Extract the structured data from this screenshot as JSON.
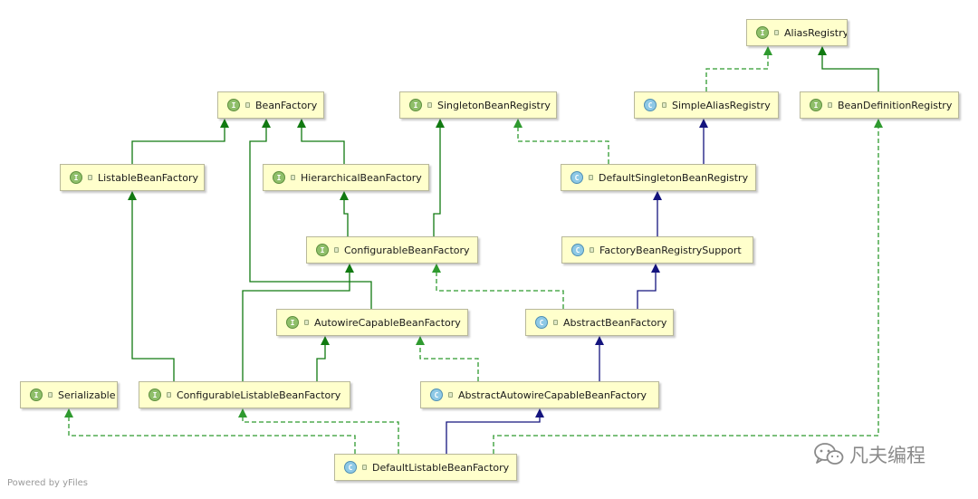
{
  "nodes": [
    {
      "id": "AliasRegistry",
      "kind": "I",
      "label": "AliasRegistry"
    },
    {
      "id": "BeanFactory",
      "kind": "I",
      "label": "BeanFactory"
    },
    {
      "id": "SingletonBeanRegistry",
      "kind": "I",
      "label": "SingletonBeanRegistry"
    },
    {
      "id": "SimpleAliasRegistry",
      "kind": "C",
      "label": "SimpleAliasRegistry"
    },
    {
      "id": "BeanDefinitionRegistry",
      "kind": "I",
      "label": "BeanDefinitionRegistry"
    },
    {
      "id": "ListableBeanFactory",
      "kind": "I",
      "label": "ListableBeanFactory"
    },
    {
      "id": "HierarchicalBeanFactory",
      "kind": "I",
      "label": "HierarchicalBeanFactory"
    },
    {
      "id": "DefaultSingletonBeanRegistry",
      "kind": "C",
      "label": "DefaultSingletonBeanRegistry"
    },
    {
      "id": "ConfigurableBeanFactory",
      "kind": "I",
      "label": "ConfigurableBeanFactory"
    },
    {
      "id": "FactoryBeanRegistrySupport",
      "kind": "C",
      "label": "FactoryBeanRegistrySupport"
    },
    {
      "id": "AutowireCapableBeanFactory",
      "kind": "I",
      "label": "AutowireCapableBeanFactory"
    },
    {
      "id": "AbstractBeanFactory",
      "kind": "C",
      "label": "AbstractBeanFactory"
    },
    {
      "id": "Serializable",
      "kind": "I",
      "label": "Serializable"
    },
    {
      "id": "ConfigurableListableBeanFactory",
      "kind": "I",
      "label": "ConfigurableListableBeanFactory"
    },
    {
      "id": "AbstractAutowireCapableBeanFactory",
      "kind": "C",
      "label": "AbstractAutowireCapableBeanFactory"
    },
    {
      "id": "DefaultListableBeanFactory",
      "kind": "C",
      "label": "DefaultListableBeanFactory"
    }
  ],
  "edges": [
    {
      "from": "ListableBeanFactory",
      "to": "BeanFactory",
      "type": "interface-extends"
    },
    {
      "from": "HierarchicalBeanFactory",
      "to": "BeanFactory",
      "type": "interface-extends"
    },
    {
      "from": "AutowireCapableBeanFactory",
      "to": "BeanFactory",
      "type": "interface-extends"
    },
    {
      "from": "ConfigurableBeanFactory",
      "to": "HierarchicalBeanFactory",
      "type": "interface-extends"
    },
    {
      "from": "ConfigurableBeanFactory",
      "to": "SingletonBeanRegistry",
      "type": "interface-extends"
    },
    {
      "from": "ConfigurableListableBeanFactory",
      "to": "ListableBeanFactory",
      "type": "interface-extends"
    },
    {
      "from": "ConfigurableListableBeanFactory",
      "to": "ConfigurableBeanFactory",
      "type": "interface-extends"
    },
    {
      "from": "ConfigurableListableBeanFactory",
      "to": "AutowireCapableBeanFactory",
      "type": "interface-extends"
    },
    {
      "from": "BeanDefinitionRegistry",
      "to": "AliasRegistry",
      "type": "interface-extends"
    },
    {
      "from": "SimpleAliasRegistry",
      "to": "AliasRegistry",
      "type": "implements"
    },
    {
      "from": "DefaultSingletonBeanRegistry",
      "to": "SingletonBeanRegistry",
      "type": "implements"
    },
    {
      "from": "AbstractBeanFactory",
      "to": "ConfigurableBeanFactory",
      "type": "implements"
    },
    {
      "from": "AbstractAutowireCapableBeanFactory",
      "to": "AutowireCapableBeanFactory",
      "type": "implements"
    },
    {
      "from": "DefaultListableBeanFactory",
      "to": "Serializable",
      "type": "implements"
    },
    {
      "from": "DefaultListableBeanFactory",
      "to": "ConfigurableListableBeanFactory",
      "type": "implements"
    },
    {
      "from": "DefaultListableBeanFactory",
      "to": "BeanDefinitionRegistry",
      "type": "implements"
    },
    {
      "from": "DefaultSingletonBeanRegistry",
      "to": "SimpleAliasRegistry",
      "type": "class-extends"
    },
    {
      "from": "FactoryBeanRegistrySupport",
      "to": "DefaultSingletonBeanRegistry",
      "type": "class-extends"
    },
    {
      "from": "AbstractBeanFactory",
      "to": "FactoryBeanRegistrySupport",
      "type": "class-extends"
    },
    {
      "from": "AbstractAutowireCapableBeanFactory",
      "to": "AbstractBeanFactory",
      "type": "class-extends"
    },
    {
      "from": "DefaultListableBeanFactory",
      "to": "AbstractAutowireCapableBeanFactory",
      "type": "class-extends"
    }
  ],
  "colors": {
    "interface_extends": "#117a11",
    "implements": "#2f9a2f",
    "class_extends": "#14147e",
    "node_fill": "#ffffcc"
  },
  "footer": "Powered by yFiles",
  "watermark": {
    "text": "凡夫编程",
    "icon": "wechat-icon"
  }
}
